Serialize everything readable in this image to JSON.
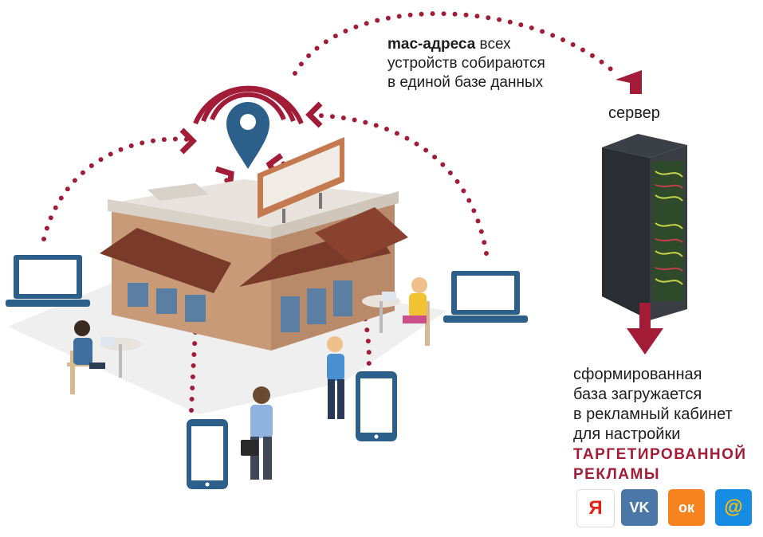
{
  "texts": {
    "mac_bold": "mac-адреса",
    "mac_line1_rest": " всех",
    "mac_line2": "устройств собираются",
    "mac_line3": "в единой базе данных",
    "server": "сервер",
    "bottom_line1": "сформированная",
    "bottom_line2": "база загружается",
    "bottom_line3": "в рекламный кабинет",
    "bottom_line4": "для настройки",
    "bottom_accent1": "ТАРГЕТИРОВАННОЙ",
    "bottom_accent2": "РЕКЛАМЫ"
  },
  "logos": [
    {
      "name": "yandex-logo",
      "glyph": "Я",
      "color": "#ffffff",
      "fg": "#e3211b"
    },
    {
      "name": "vk-logo",
      "glyph": "VK",
      "color": "#4a76a8",
      "fg": "#ffffff"
    },
    {
      "name": "odnoklassniki-logo",
      "glyph": "ок",
      "color": "#f5841f",
      "fg": "#ffffff"
    },
    {
      "name": "mailru-logo",
      "glyph": "@",
      "color": "#168de2",
      "fg": "#ffc100"
    }
  ],
  "colors": {
    "accent": "#a31c37",
    "device_blue": "#2d5f8b",
    "building": "#c89a78",
    "awning": "#7a3a2a"
  }
}
